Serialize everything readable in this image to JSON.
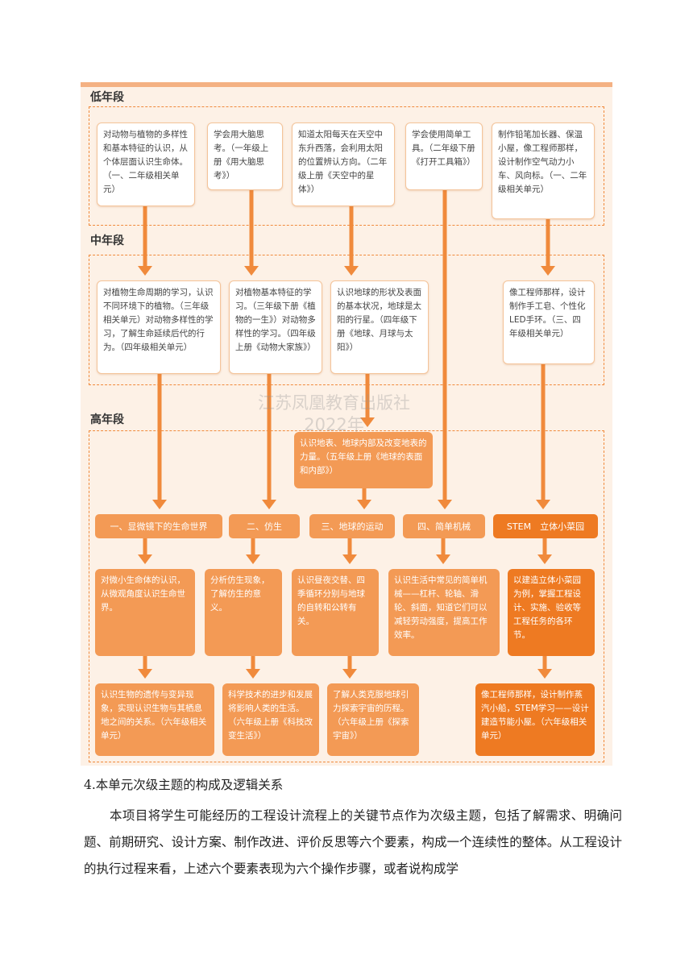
{
  "sections": {
    "low": "低年段",
    "mid": "中年段",
    "high": "高年段"
  },
  "low_boxes": [
    "对动物与植物的多样性和基本特征的认识，从个体层面认识生命体。（一、二年级相关单元）",
    "学会用大脑思考。（一年级上册《用大脑思考》）",
    "知道太阳每天在天空中东升西落，会利用太阳的位置辨认方向。（二年级上册《天空中的星体》）",
    "学会使用简单工具。（二年级下册《打开工具箱》）",
    "制作铅笔加长器、保温小屋，像工程师那样，设计制作空气动力小车、风向标。（一、二年级相关单元）"
  ],
  "mid_boxes": [
    "对植物生命周期的学习，认识不同环境下的植物。（三年级相关单元）对动物多样性的学习，了解生命延续后代的行为。（四年级相关单元）",
    "对植物基本特征的学习。（三年级下册《植物的一生》）对动物多样性的学习。（四年级上册《动物大家族》）",
    "认识地球的形状及表面的基本状况，地球是太阳的行星。（四年级下册《地球、月球与太阳》）",
    "像工程师那样，设计制作手工皂、个性化LED手环。（三、四年级相关单元）"
  ],
  "high_top_box": "认识地表、地球内部及改变地表的力量。（五年级上册《地球的表面和内部》）",
  "themes": [
    "一、显微镜下的生命世界",
    "二、仿生",
    "三、地球的运动",
    "四、简单机械",
    "STEM　立体小菜园"
  ],
  "high_mid_boxes": [
    "对微小生命体的认识，从微观角度认识生命世界。",
    "分析仿生现象，了解仿生的意义。",
    "认识昼夜交替、四季循环分别与地球的自转和公转有关。",
    "认识生活中常见的简单机械——杠杆、轮轴、滑轮、斜面，知道它们可以减轻劳动强度，提高工作效率。",
    "以建造立体小菜园为例，掌握工程设计、实施、验收等工程任务的各环节。"
  ],
  "high_bottom_boxes": [
    "认识生物的遗传与变异现象，实现认识生物与其栖息地之间的关系。（六年级相关单元）",
    "科学技术的进步和发展将影响人类的生活。（六年级上册《科技改变生活》）",
    "了解人类克服地球引力探索宇宙的历程。（六年级上册《探索宇宙》）",
    "像工程师那样，设计制作蒸汽小船，STEM学习——设计建造节能小屋。（六年级相关单元）"
  ],
  "watermark": [
    "江苏凤凰教育出版社",
    "2022年"
  ],
  "caption": "4.本单元次级主题的构成及逻辑关系",
  "paragraph": "本项目将学生可能经历的工程设计流程上的关键节点作为次级主题，包括了解需求、明确问题、前期研究、设计方案、制作改进、评价反思等六个要素，构成一个连续性的整体。从工程设计的执行过程来看，上述六个要素表现为六个操作步骤，或者说构成学",
  "colors": {
    "accent": "#ee7a22",
    "light_orange": "#f39a55",
    "dashed": "#f08a3c",
    "bg": "#fdf1e6"
  }
}
